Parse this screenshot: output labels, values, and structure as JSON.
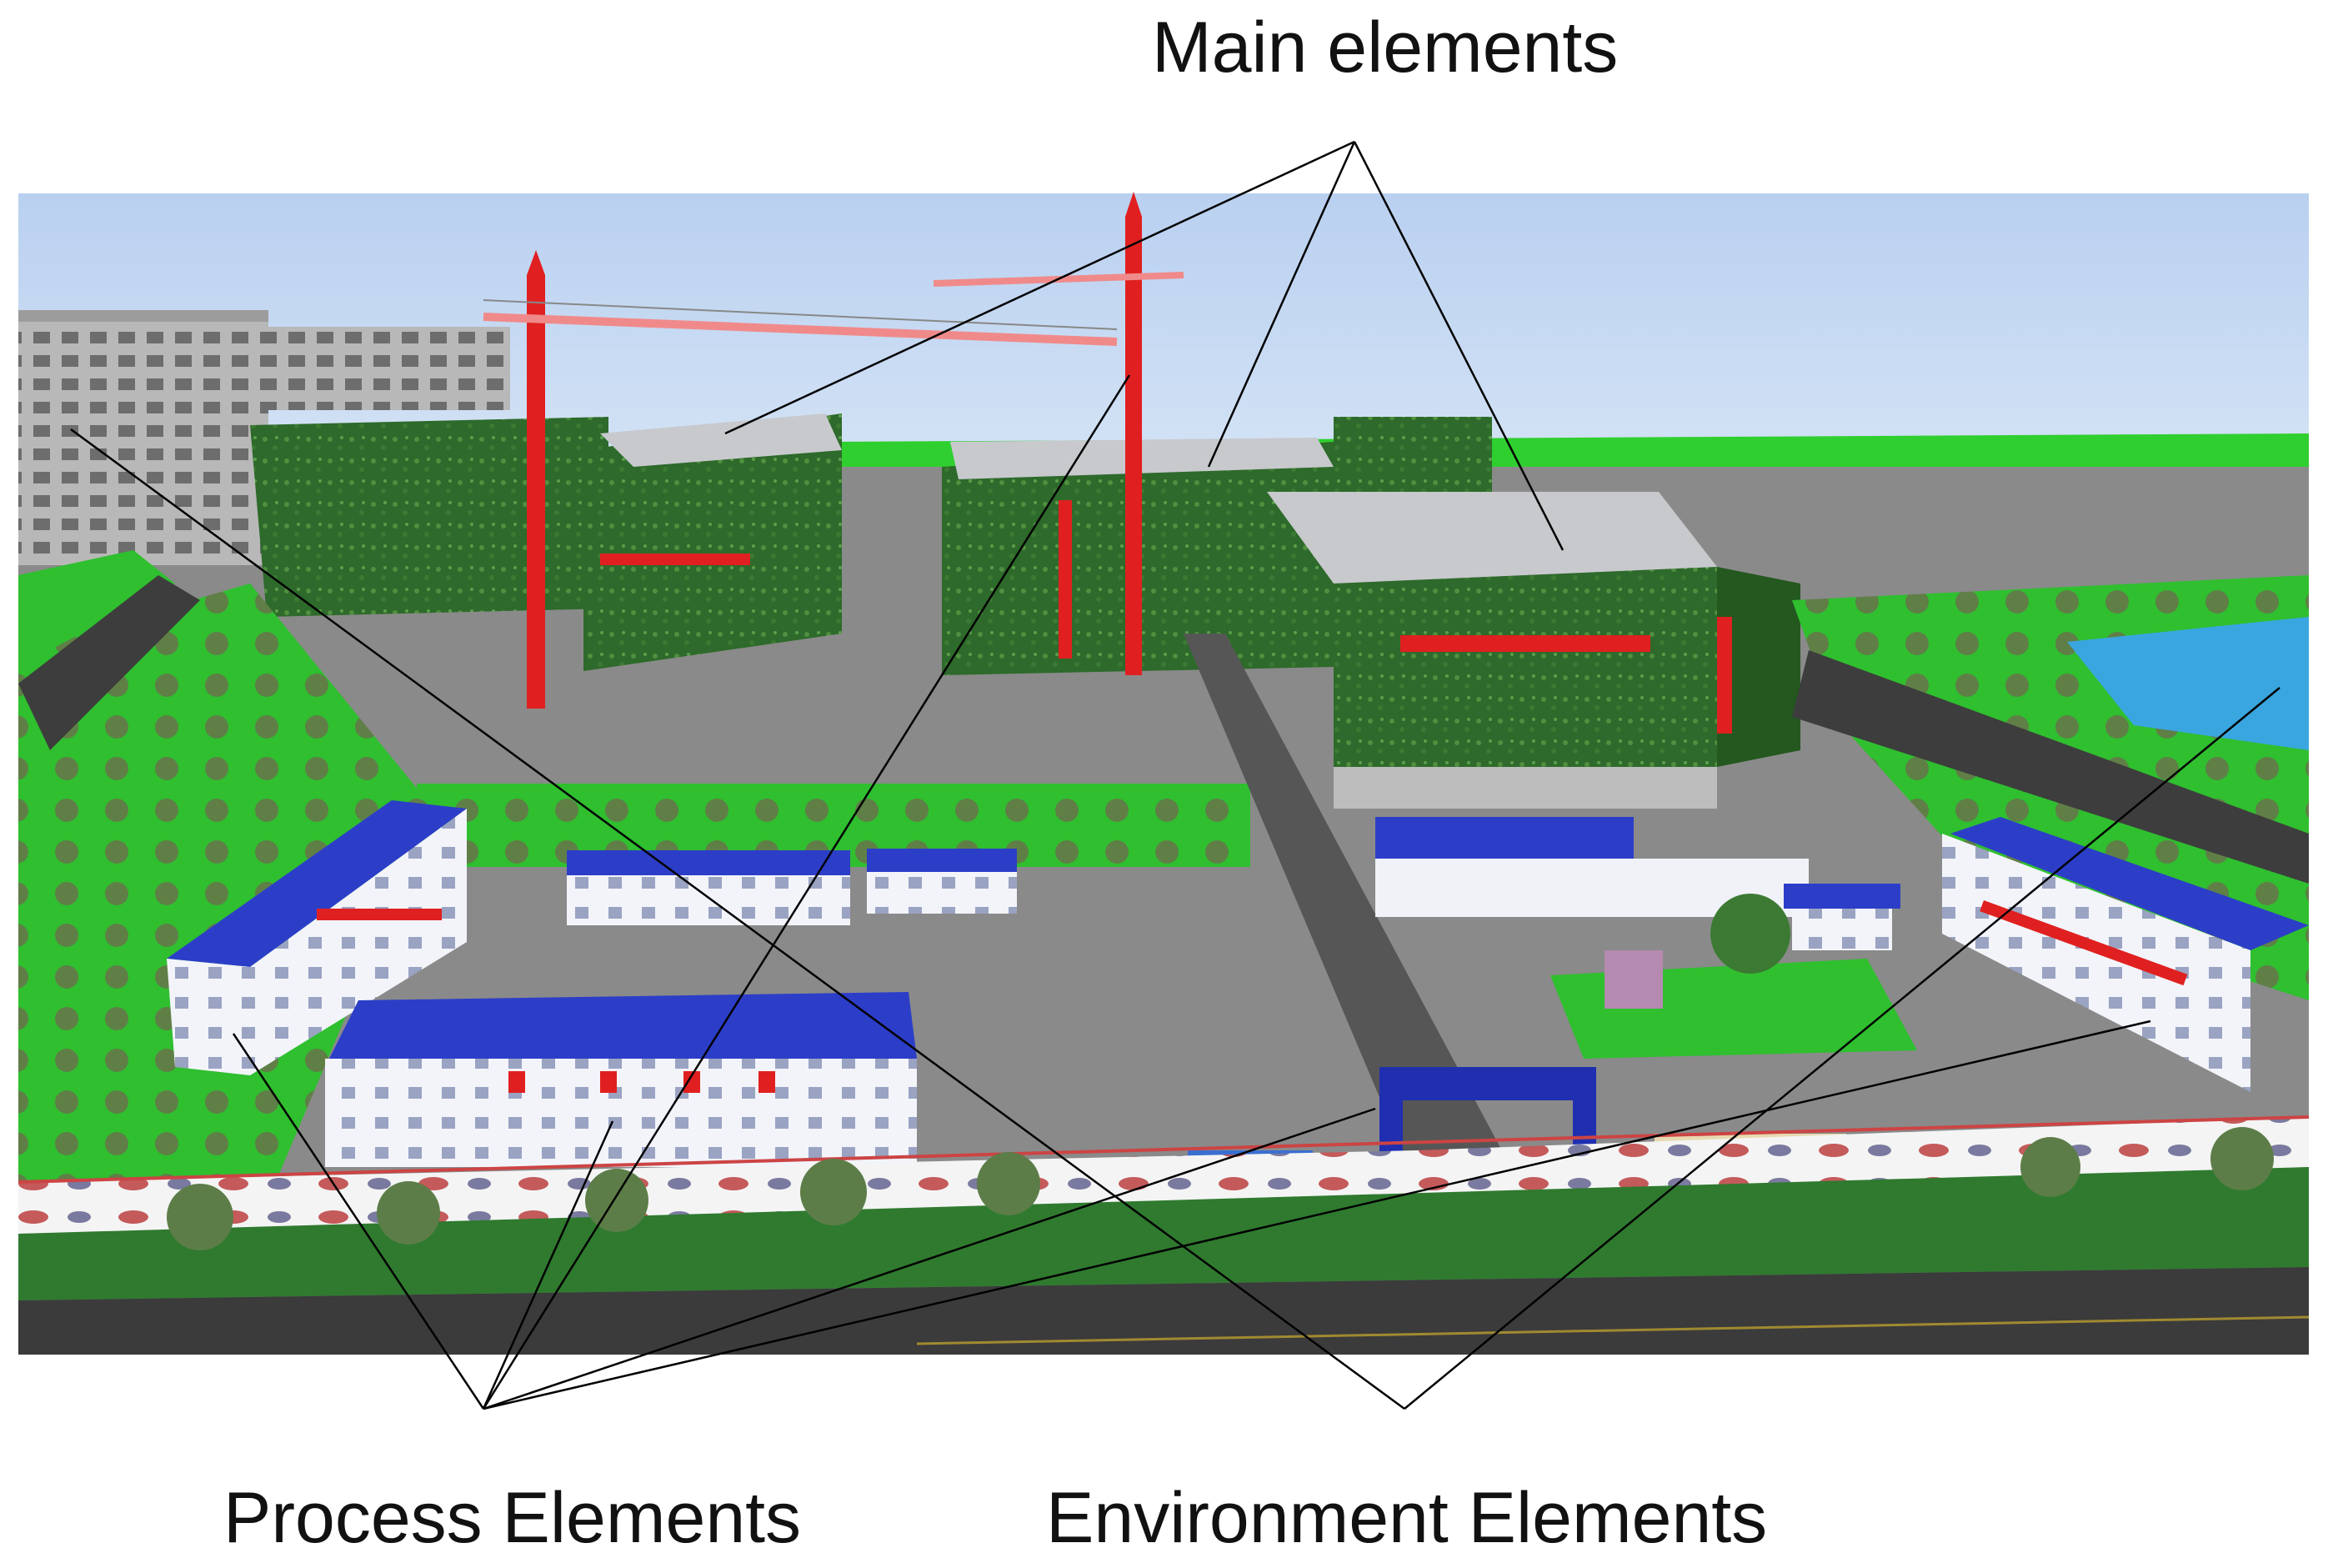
{
  "labels": {
    "main": "Main elements",
    "process": "Process Elements",
    "environment": "Environment Elements"
  },
  "colors": {
    "sky": "#cfe0f5",
    "grass": "#2ec42e",
    "building_green": "#2f6a2a",
    "roof_blue": "#2c3ec8",
    "crane_red": "#e02020",
    "road": "#5a5a5a",
    "water": "#3aa6e0"
  }
}
